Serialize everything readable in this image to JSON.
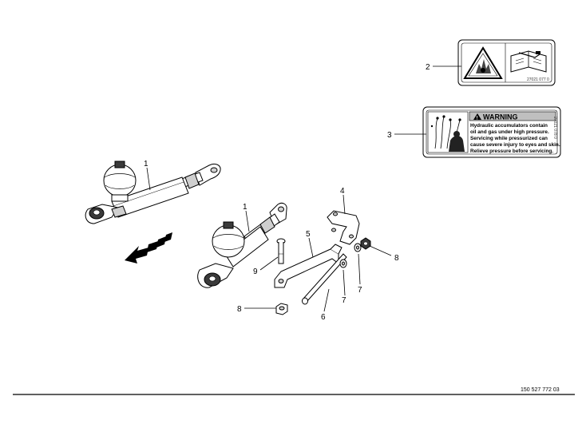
{
  "callouts": [
    {
      "id": "c1a",
      "label": "1"
    },
    {
      "id": "c1b",
      "label": "1"
    },
    {
      "id": "c2",
      "label": "2"
    },
    {
      "id": "c3",
      "label": "3"
    },
    {
      "id": "c4",
      "label": "4"
    },
    {
      "id": "c5",
      "label": "5"
    },
    {
      "id": "c6",
      "label": "6"
    },
    {
      "id": "c7a",
      "label": "7"
    },
    {
      "id": "c7b",
      "label": "7"
    },
    {
      "id": "c8a",
      "label": "8"
    },
    {
      "id": "c8b",
      "label": "8"
    },
    {
      "id": "c9",
      "label": "9"
    }
  ],
  "decal_safety": {
    "code": "27021 077 0"
  },
  "decal_warning": {
    "heading": "WARNING",
    "lines": [
      "Hydraulic accumulators contain",
      "oil and gas under high pressure.",
      "Servicing while pressurized can",
      "cause severe injury to eyes and skin.",
      "Relieve pressure before servicing."
    ],
    "side_code": "27021 078 0"
  },
  "document_number": "150 527 772 03"
}
